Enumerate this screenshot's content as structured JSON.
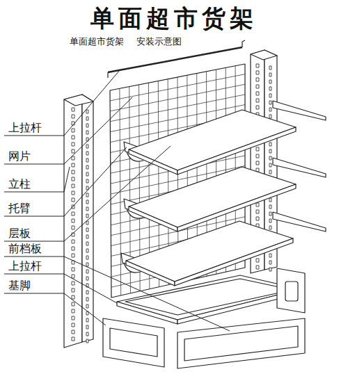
{
  "diagram": {
    "title": "单面超市货架",
    "labels": [
      "单面超市货架",
      "安装示意图",
      "上拉杆",
      "网片",
      "立柱",
      "托臂",
      "层板",
      "前档板",
      "上拉杆",
      "基脚"
    ]
  }
}
